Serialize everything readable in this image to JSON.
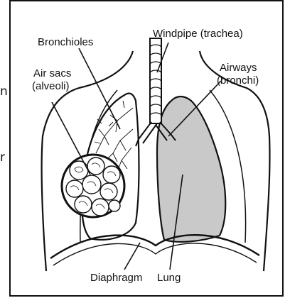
{
  "edge_text": {
    "fragment_top": "n",
    "fragment_bottom": "r"
  },
  "labels": {
    "bronchioles": "Bronchioles",
    "windpipe": "Windpipe (trachea)",
    "air_sacs_line1": "Air sacs",
    "air_sacs_line2": "(alveoli)",
    "airways_line1": "Airways",
    "airways_line2": "(bronchi)",
    "diaphragm": "Diaphragm",
    "lung": "Lung"
  },
  "colors": {
    "ink": "#111111",
    "lung_fill": "#c9c9c9",
    "background": "#ffffff"
  }
}
